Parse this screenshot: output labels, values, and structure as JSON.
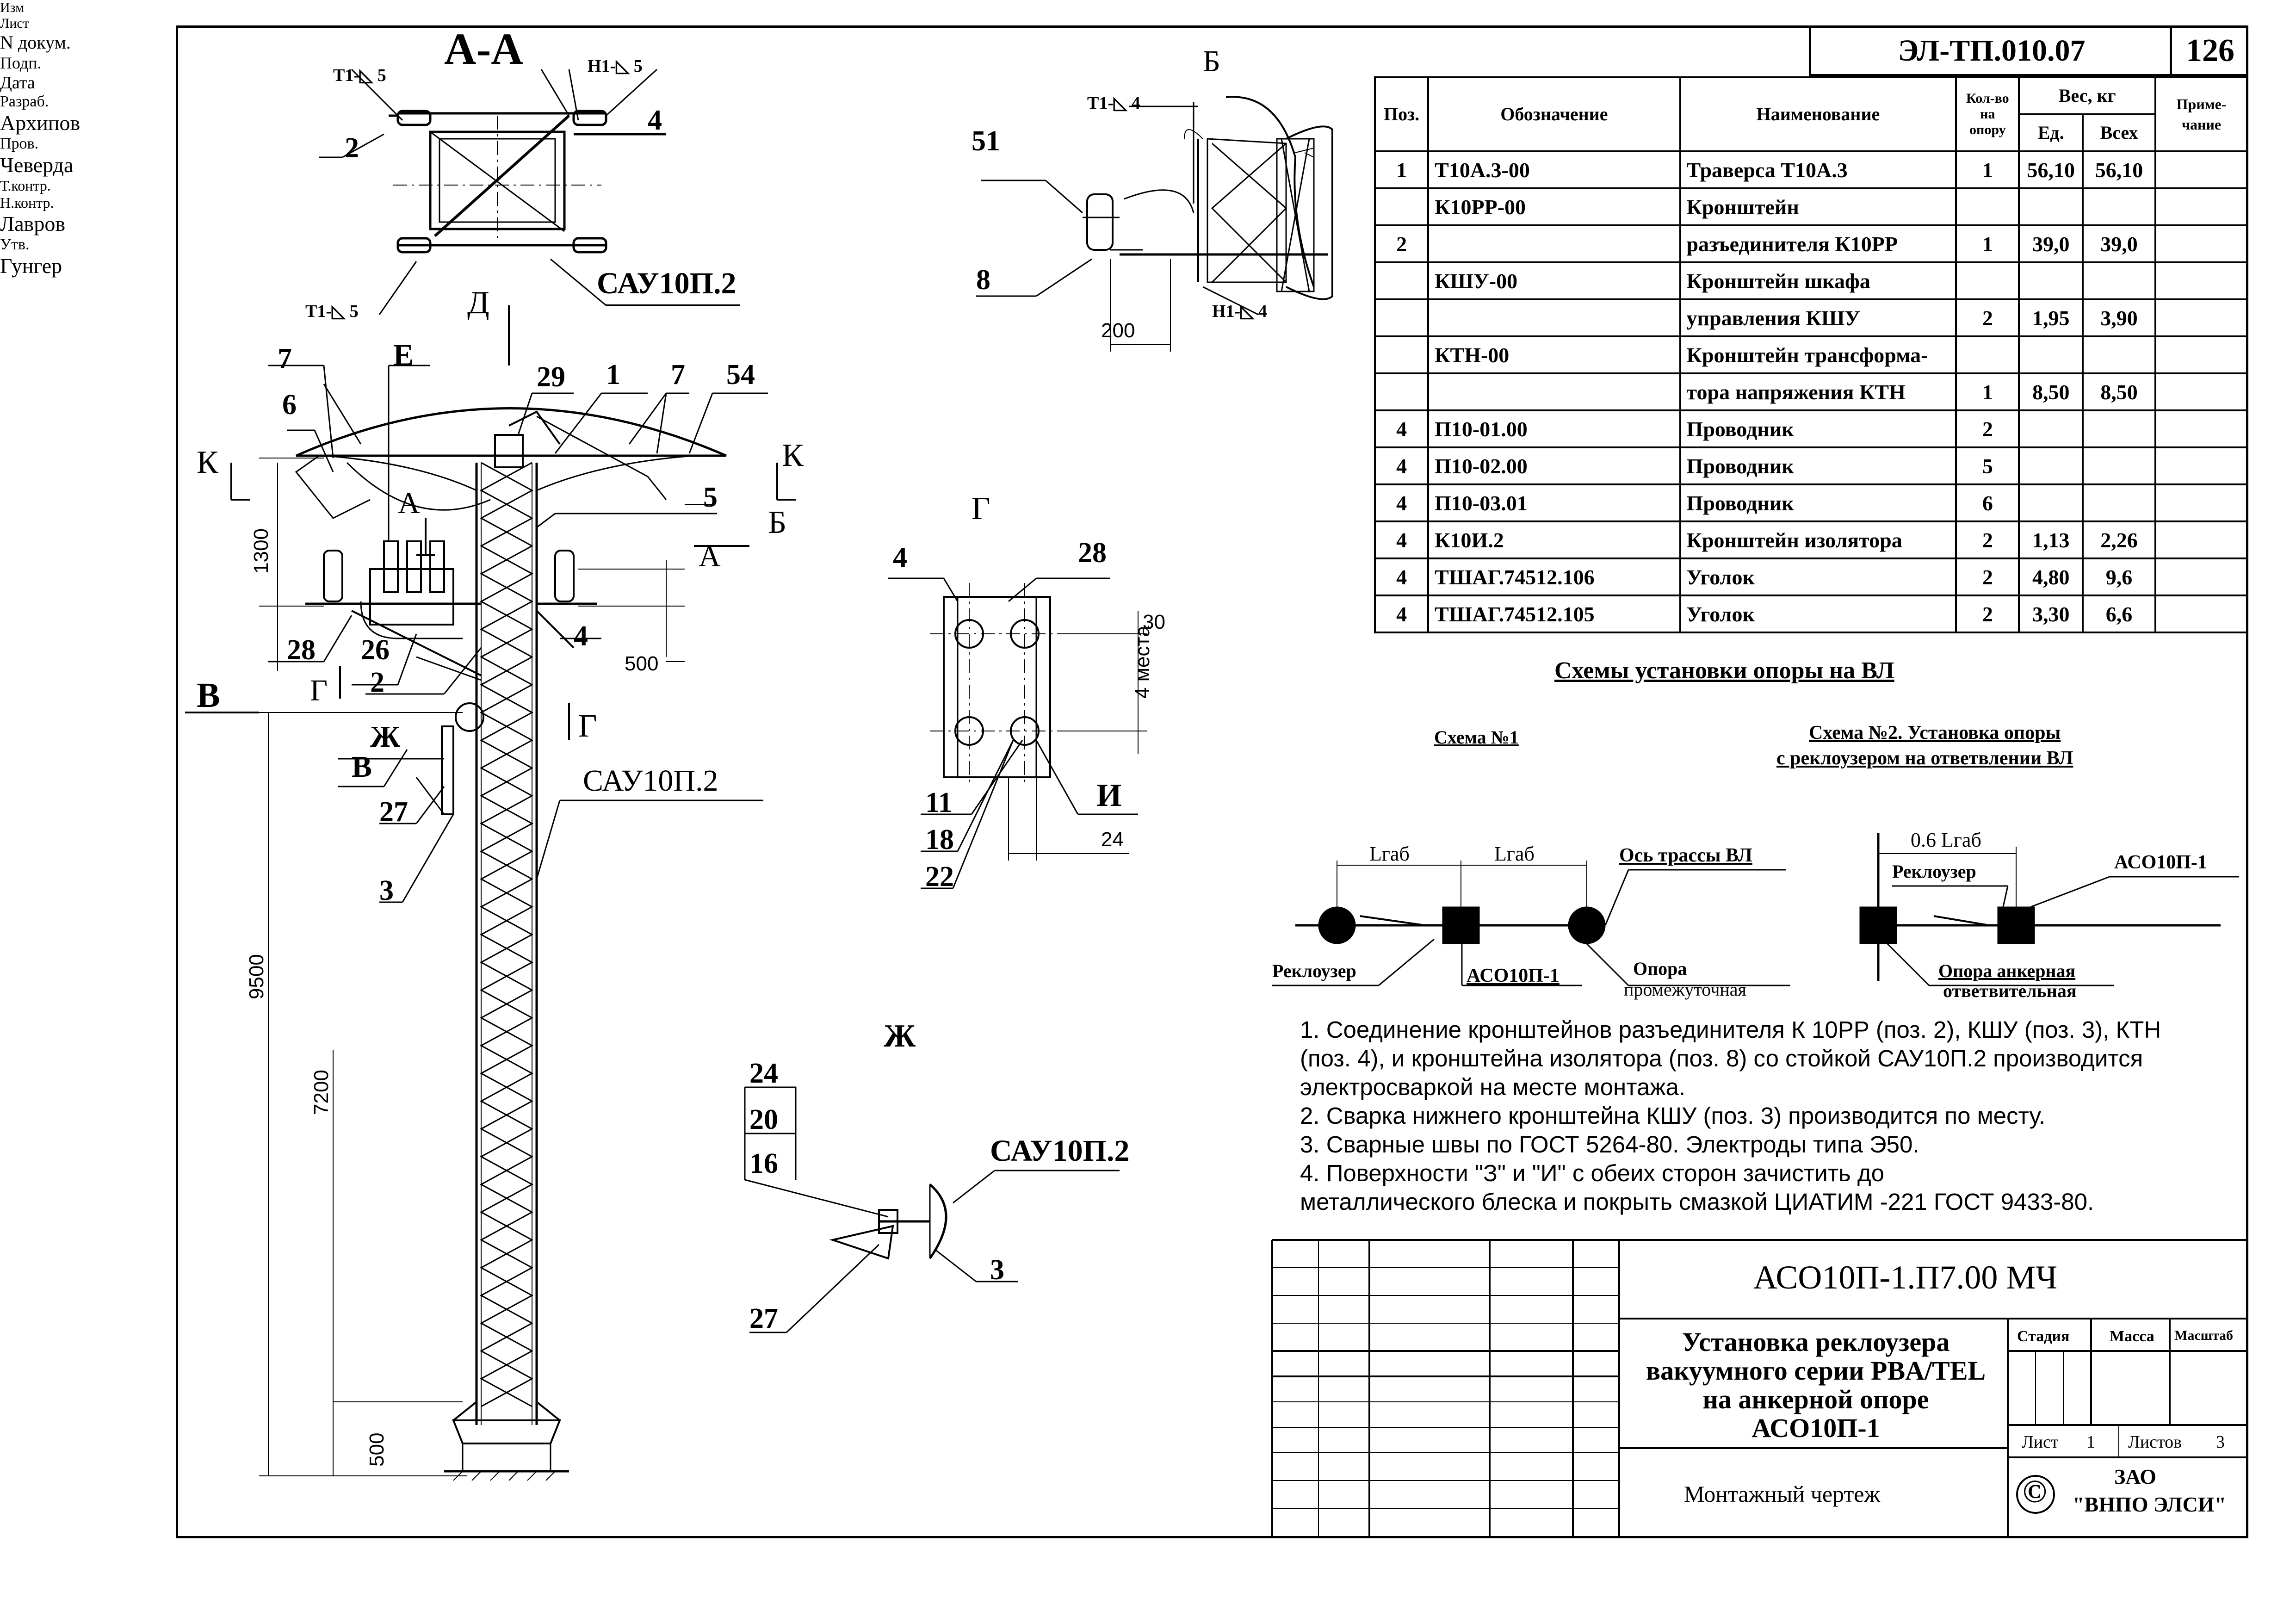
{
  "header": {
    "doc_number": "ЭЛ-ТП.010.07",
    "sheet_number": "126"
  },
  "views": {
    "section_aa": "А-А",
    "view_b": "Б",
    "view_g": "Г",
    "view_zh": "Ж",
    "view_d": "Д",
    "view_e": "Е"
  },
  "weld_marks": {
    "t1_5": "Т1-◺ 5",
    "n1_5": "Н1-◺ 5",
    "t1_4": "Т1-◺ 4",
    "n1_4": "Н1-◺ 4"
  },
  "labels": {
    "sau": "САУ10П.2",
    "k": "К",
    "a": "А",
    "b": "Б",
    "v": "В",
    "g": "Г",
    "zh": "Ж",
    "i": "И",
    "n1": "1",
    "n2": "2",
    "n3": "3",
    "n4": "4",
    "n5": "5",
    "n6": "6",
    "n7": "7",
    "n8": "8",
    "n11": "11",
    "n16": "16",
    "n18": "18",
    "n20": "20",
    "n22": "22",
    "n24": "24",
    "n26": "26",
    "n27": "27",
    "n28": "28",
    "n29": "29",
    "n51": "51",
    "n54": "54"
  },
  "dimensions": {
    "d1300": "1300",
    "d500": "500",
    "d9500": "9500",
    "d7200": "7200",
    "d500b": "500",
    "d200": "200",
    "d30": "30",
    "d4mesta": "4 места",
    "d24": "24"
  },
  "spec_table": {
    "headers": {
      "pos": "Поз.",
      "designation": "Обозначение",
      "name": "Наименование",
      "qty": "Кол-во на опору",
      "weight": "Вес, кг",
      "unit": "Ед.",
      "total": "Всех",
      "note": "Приме-чание"
    },
    "rows": [
      {
        "pos": "1",
        "des": "Т10А.3-00",
        "name": "Траверса Т10А.3",
        "qty": "1",
        "unit": "56,10",
        "total": "56,10"
      },
      {
        "pos": "",
        "des": "К10РР-00",
        "name": "Кронштейн",
        "qty": "",
        "unit": "",
        "total": ""
      },
      {
        "pos": "2",
        "des": "",
        "name": "разъединителя К10РР",
        "qty": "1",
        "unit": "39,0",
        "total": "39,0"
      },
      {
        "pos": "",
        "des": "КШУ-00",
        "name": "Кронштейн шкафа",
        "qty": "",
        "unit": "",
        "total": ""
      },
      {
        "pos": "",
        "des": "",
        "name": "управления КШУ",
        "qty": "2",
        "unit": "1,95",
        "total": "3,90"
      },
      {
        "pos": "",
        "des": "КТН-00",
        "name": "Кронштейн трансформа-",
        "qty": "",
        "unit": "",
        "total": ""
      },
      {
        "pos": "",
        "des": "",
        "name": "тора напряжения КТН",
        "qty": "1",
        "unit": "8,50",
        "total": "8,50"
      },
      {
        "pos": "4",
        "des": "П10-01.00",
        "name": "Проводник",
        "qty": "2",
        "unit": "",
        "total": ""
      },
      {
        "pos": "4",
        "des": "П10-02.00",
        "name": "Проводник",
        "qty": "5",
        "unit": "",
        "total": ""
      },
      {
        "pos": "4",
        "des": "П10-03.01",
        "name": "Проводник",
        "qty": "6",
        "unit": "",
        "total": ""
      },
      {
        "pos": "4",
        "des": "К10И.2",
        "name": "Кронштейн изолятора",
        "qty": "2",
        "unit": "1,13",
        "total": "2,26"
      },
      {
        "pos": "4",
        "des": "ТШАГ.74512.106",
        "name": "Уголок",
        "qty": "2",
        "unit": "4,80",
        "total": "9,6"
      },
      {
        "pos": "4",
        "des": "ТШАГ.74512.105",
        "name": "Уголок",
        "qty": "2",
        "unit": "3,30",
        "total": "6,6"
      }
    ]
  },
  "schemes": {
    "title": "Схемы установки опоры на ВЛ",
    "scheme1": "Схема №1",
    "scheme2_line1": "Схема №2. Установка опоры",
    "scheme2_line2": "с реклоузером на ответвлении ВЛ",
    "lgab": "Lгаб",
    "lgab2": "Lгаб",
    "lgab06": "0.6 Lгаб",
    "axis": "Ось трассы ВЛ",
    "recloser": "Реклоузер",
    "recloser2": "Реклоузер",
    "aso": "АСО10П-1",
    "aso2": "АСО10П-1",
    "support_inter_1": "Опора",
    "support_inter_2": "промежуточная",
    "support_anchor_1": "Опора анкерная",
    "support_anchor_2": "ответвительная"
  },
  "notes": [
    "1. Соединение кронштейнов разъединителя К 10РР (поз. 2),  КШУ (поз. 3), КТН",
    "    (поз. 4),  и кронштейна изолятора (поз. 8) со стойкой САУ10П.2 производится",
    "    электросваркой на месте монтажа.",
    "2. Сварка нижнего кронштейна КШУ (поз. 3)  производится по месту.",
    "3. Сварные швы по ГОСТ 5264-80. Электроды типа Э50.",
    "4. Поверхности \"З\" и \"И\" с обеих сторон зачистить до",
    "    металлического блеска и покрыть смазкой ЦИАТИМ -221 ГОСТ 9433-80."
  ],
  "title_block": {
    "code": "АСО10П-1.П7.00 МЧ",
    "title_1": "Установка реклоузера",
    "title_2": "вакуумного серии PBA/TEL",
    "title_3": "на анкерной опоре",
    "title_4": "АСО10П-1",
    "doc_type": "Монтажный чертеж",
    "izm": "Изм",
    "list": "Лист",
    "ndoc": "N докум.",
    "podp": "Подп.",
    "date": "Дата",
    "razrab": "Разраб.",
    "prov": "Пров.",
    "tkontr": "Т.контр.",
    "nkontr": "Н.контр.",
    "utv": "Утв.",
    "razrab_name": "Архипов",
    "prov_name": "Чеверда",
    "nkontr_name": "Лавров",
    "utv_name": "Гунгер",
    "stadia": "Стадия",
    "massa": "Масса",
    "masshtab": "Масштаб",
    "sheet_label": "Лист",
    "sheet_val": "1",
    "sheets_label": "Листов",
    "sheets_val": "3",
    "company_1": "ЗАО",
    "company_2": "\"ВНПО ЭЛСИ\"",
    "copyright": "©"
  }
}
